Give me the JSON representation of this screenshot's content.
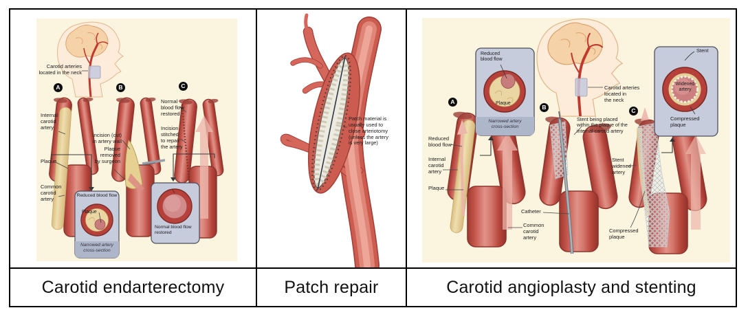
{
  "figure": {
    "captions": [
      "Carotid endarterectomy",
      "Patch repair",
      "Carotid angioplasty and stenting"
    ]
  },
  "panel1": {
    "badges": {
      "a": "A",
      "b": "B",
      "c": "C"
    },
    "labels": {
      "carotid_neck": "Carotid arteries\nlocated in the neck",
      "internal_carotid": "Internal\ncarotid\nartery",
      "plaque": "Plaque",
      "common_carotid": "Common\ncarotid\nartery",
      "incision_cut": "Incision (cut)\nin artery wall",
      "plaque_removed": "Plaque\nremoved\nby surgeon",
      "normal_flow_restored": "Normal\nblood flow\nrestored",
      "incision_stitched": "Incision\nstitched\nto repair\nthe artery"
    },
    "inset_narrowed": {
      "title": "Reduced blood flow",
      "plaque": "Plaque",
      "caption": "Narrowed artery\ncross-section"
    },
    "inset_restored": {
      "caption": "Normal blood flow\nrestored"
    }
  },
  "panel2": {
    "patch_note": "Patch material is\nusually used to\nclose arteriotomy\n(unless the artery\nis very large)"
  },
  "panel3": {
    "badges": {
      "a": "A",
      "b": "B",
      "c": "C"
    },
    "labels": {
      "carotid_neck": "Carotid arteries\nlocated in\nthe neck",
      "reduced_blood_flow": "Reduced\nblood flow",
      "internal_carotid": "Internal\ncarotid\nartery",
      "plaque": "Plaque",
      "stent_being_placed": "Stent being placed\nwithin the plaque of the\ninternal carotid artery",
      "catheter": "Catheter",
      "common_carotid": "Common\ncarotid\nartery",
      "stent_widened": "Stent\nwidened\nartery",
      "compressed_plaque": "Compressed\nplaque"
    },
    "inset_narrowed": {
      "title": "Reduced\nblood flow",
      "plaque": "Plaque",
      "caption": "Narrowed artery\ncross-section"
    },
    "inset_widened": {
      "stent": "Stent",
      "widened_artery": "Widened\nartery",
      "compressed_plaque": "Compressed\nplaque"
    }
  },
  "colors": {
    "background_cream": "#fbf4df",
    "artery_red": "#c4554c",
    "artery_outline": "#8e352e",
    "plaque_tan": "#ead7a4",
    "lumen_pink": "#cb7e7e",
    "inset_box": "#c7ccdd",
    "inset_strip": "#aeb6ca",
    "table_border": "#000000"
  }
}
